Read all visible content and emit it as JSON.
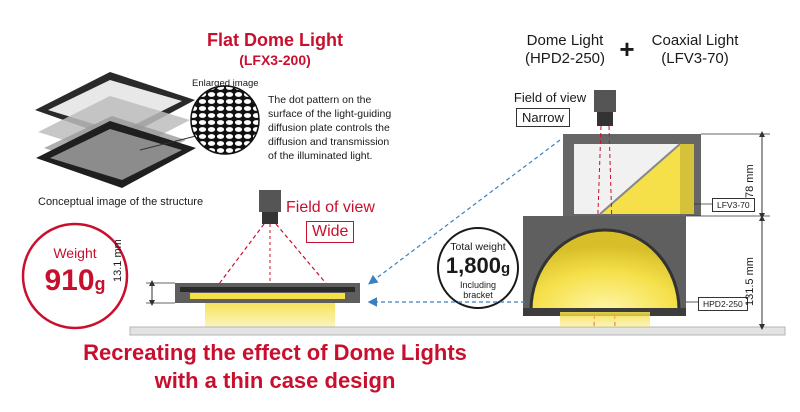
{
  "flat": {
    "title": "Flat Dome Light",
    "model": "(LFX3-200)",
    "enlarged_label": "Enlarged image",
    "description_lines": [
      "The dot pattern on the",
      "surface of the light-guiding",
      "diffusion plate controls the",
      "diffusion and transmission",
      "of the illuminated light."
    ],
    "structure_caption": "Conceptual image of the structure",
    "fov_label": "Field of view",
    "fov_value": "Wide",
    "height_label": "13.1 mm",
    "weight_label": "Weight",
    "weight_value": "910",
    "weight_unit": "g"
  },
  "combo": {
    "dome_name": "Dome Light",
    "dome_model": "(HPD2-250)",
    "plus": "+",
    "coax_name": "Coaxial Light",
    "coax_model": "(LFV3-70)",
    "fov_label": "Field of view",
    "fov_value": "Narrow",
    "height_top_label": "78 mm",
    "height_bottom_label": "131.5 mm",
    "tag_top": "LFV3-70",
    "tag_bottom": "HPD2-250",
    "total_weight_label": "Total weight",
    "total_weight_value": "1,800",
    "total_weight_unit": "g",
    "total_weight_note_lines": [
      "Including",
      "bracket"
    ]
  },
  "tagline": {
    "line1": "Recreating the effect of Dome Lights",
    "line2": "with a thin case design"
  },
  "colors": {
    "accent_red": "#c8102e",
    "light_yellow": "#f5e04a",
    "housing_gray": "#6b6b6b",
    "arrow_blue": "#3a7fc1"
  }
}
